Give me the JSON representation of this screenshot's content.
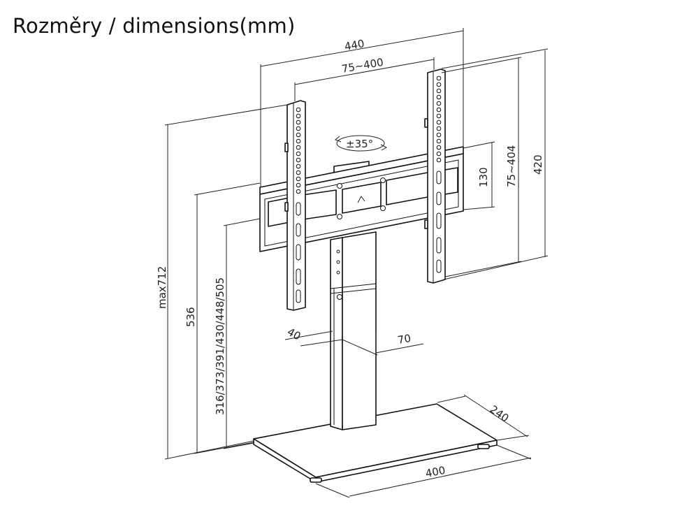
{
  "title": "Rozměry / dimensions(mm)",
  "dimensions": {
    "overall_width": "440",
    "vesa_width": "75~400",
    "rotation": "±35°",
    "bracket_height": "130",
    "vesa_height": "75~404",
    "arm_height": "420",
    "max_height": "max712",
    "height_536": "536",
    "height_steps": "316/373/391/430/448/505",
    "column_depth": "40",
    "column_width": "70",
    "base_depth": "240",
    "base_width": "400"
  }
}
